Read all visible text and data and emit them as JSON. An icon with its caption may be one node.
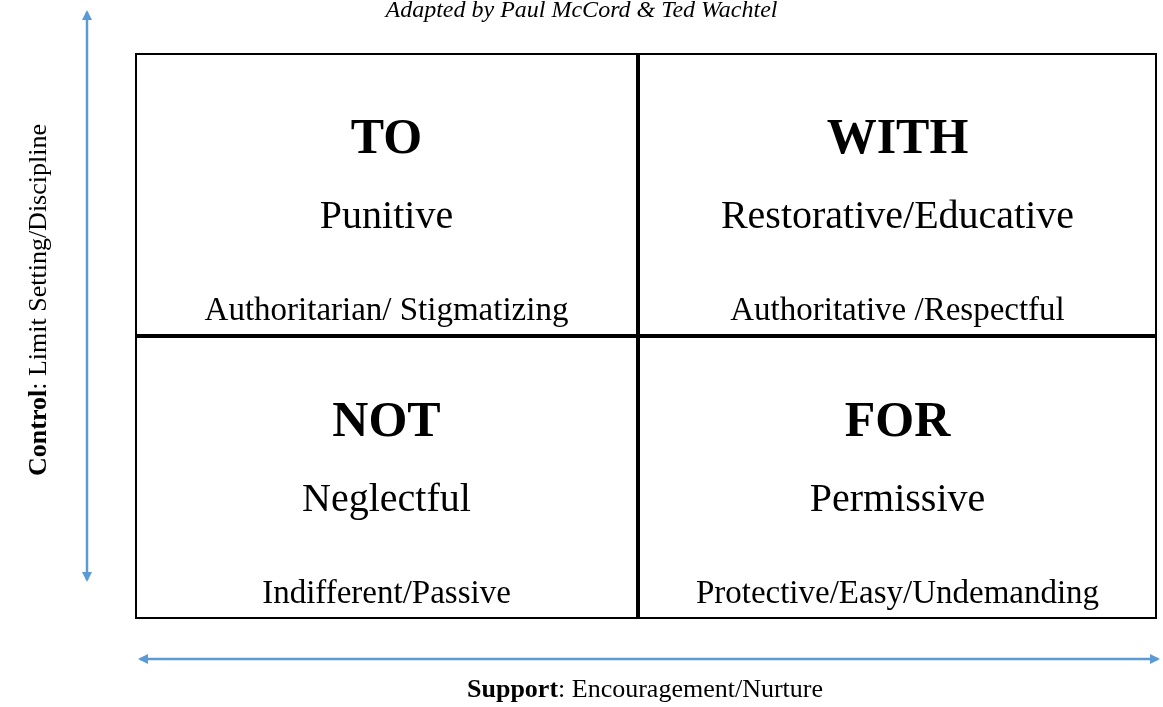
{
  "diagram": {
    "title": "Adapted by Paul McCord & Ted Wachtel",
    "nodes": [
      {
        "text": [
          "TO",
          "Punitive",
          "Authoritarian/ Stigmatizing"
        ]
      },
      {
        "text": [
          "WITH",
          "Restorative/Educative",
          "Authoritative /Respectful"
        ]
      },
      {
        "text": [
          "NOT",
          "Neglectful",
          "Indifferent/Passive"
        ]
      },
      {
        "text": [
          "FOR",
          "Permissive",
          "Protective/Easy/Undemanding"
        ]
      }
    ],
    "labels": [
      "**Control**:  Limit Setting/Discipline",
      "**Support**:  Encouragement/Nurture"
    ]
  }
}
